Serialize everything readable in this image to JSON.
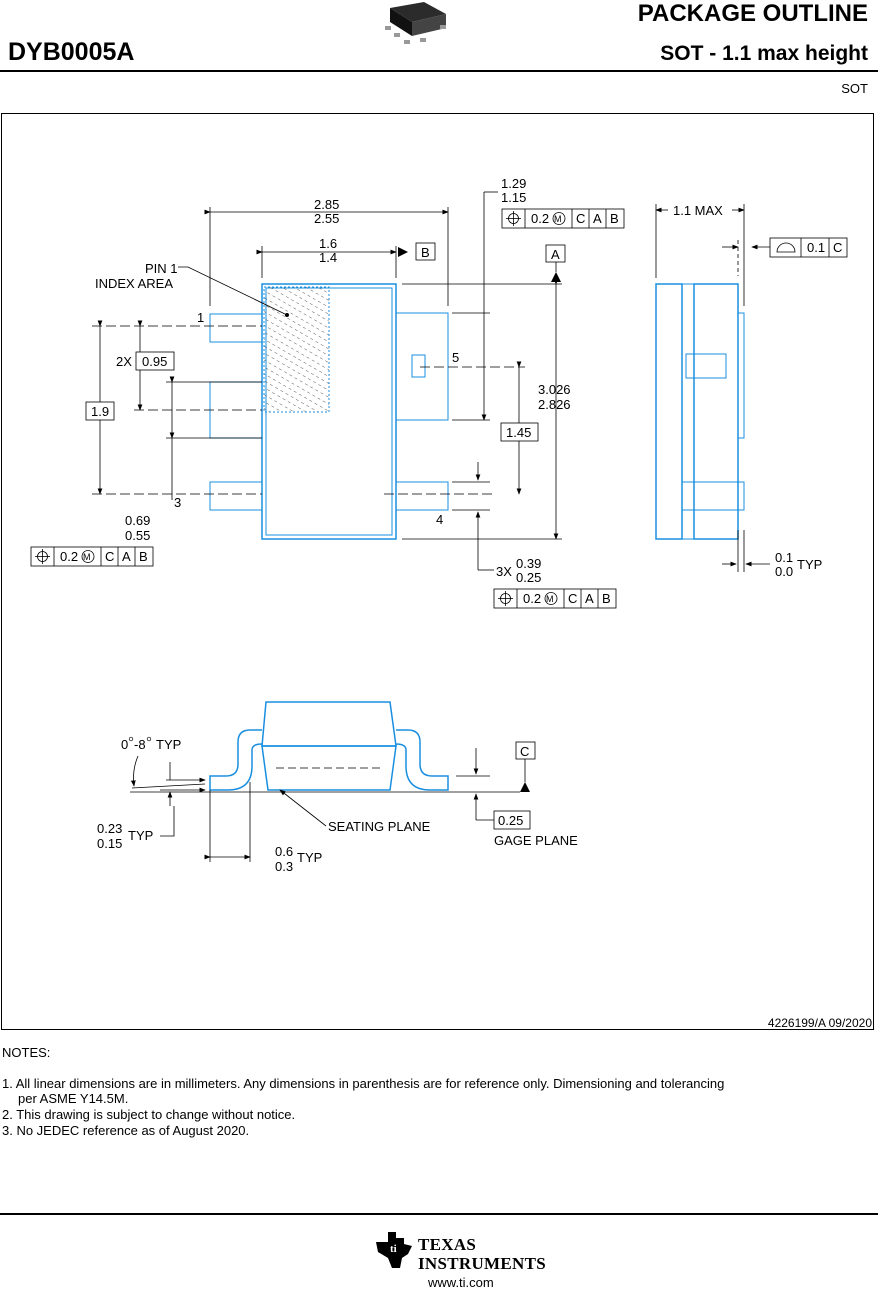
{
  "header": {
    "doc_id": "DYB0005A",
    "title": "PACKAGE OUTLINE",
    "subtitle": "SOT - 1.1 max height",
    "package_code": "SOT"
  },
  "drawing": {
    "top_view": {
      "overall_width": [
        "2.85",
        "2.55"
      ],
      "body_width": [
        "1.6",
        "1.4"
      ],
      "datum_b": "B",
      "datum_a": "A",
      "pin1_label": [
        "PIN 1",
        "INDEX AREA"
      ],
      "pin_numbers": [
        "1",
        "3",
        "4",
        "5"
      ],
      "pitch_prefix": "2X",
      "pitch": "0.95",
      "row_span": "1.9",
      "lead_width": [
        "0.69",
        "0.55"
      ],
      "right_lead_width": [
        "1.29",
        "1.15"
      ],
      "right_pitch": "1.45",
      "body_length": [
        "3.026",
        "2.826"
      ],
      "lead_width_small_prefix": "3X",
      "lead_width_small": [
        "0.39",
        "0.25"
      ],
      "fcf_value": "0.2",
      "fcf_modifier": "M",
      "fcf_datums": [
        "C",
        "A",
        "B"
      ]
    },
    "side_view": {
      "max_height": "1.1 MAX",
      "flatness_value": "0.1",
      "flatness_datum": "C",
      "standoff": [
        "0.1",
        "0.0"
      ],
      "standoff_suffix": "TYP"
    },
    "profile_view": {
      "angle": "0°-8° TYP",
      "angle_start": "0",
      "angle_end": "-8",
      "angle_suffix": "TYP",
      "datum_c": "C",
      "thickness": [
        "0.23",
        "0.15"
      ],
      "thickness_suffix": "TYP",
      "foot_length": [
        "0.6",
        "0.3"
      ],
      "foot_suffix": "TYP",
      "seating_plane": "SEATING PLANE",
      "gage_value": "0.25",
      "gage_plane": "GAGE PLANE"
    }
  },
  "drawing_ref": "4226199/A   09/2020",
  "notes": {
    "title": "NOTES:",
    "n1a": "1. All linear dimensions are in millimeters. Any dimensions in parenthesis are for reference only. Dimensioning and tolerancing",
    "n1b": "per ASME Y14.5M.",
    "n2": "2. This drawing is subject to change without notice.",
    "n3": "3. No JEDEC reference as of August 2020."
  },
  "footer": {
    "company_line1": "TEXAS",
    "company_line2": "INSTRUMENTS",
    "website": "www.ti.com"
  },
  "colors": {
    "outline": "#1a8fe0",
    "ink": "#000000"
  }
}
